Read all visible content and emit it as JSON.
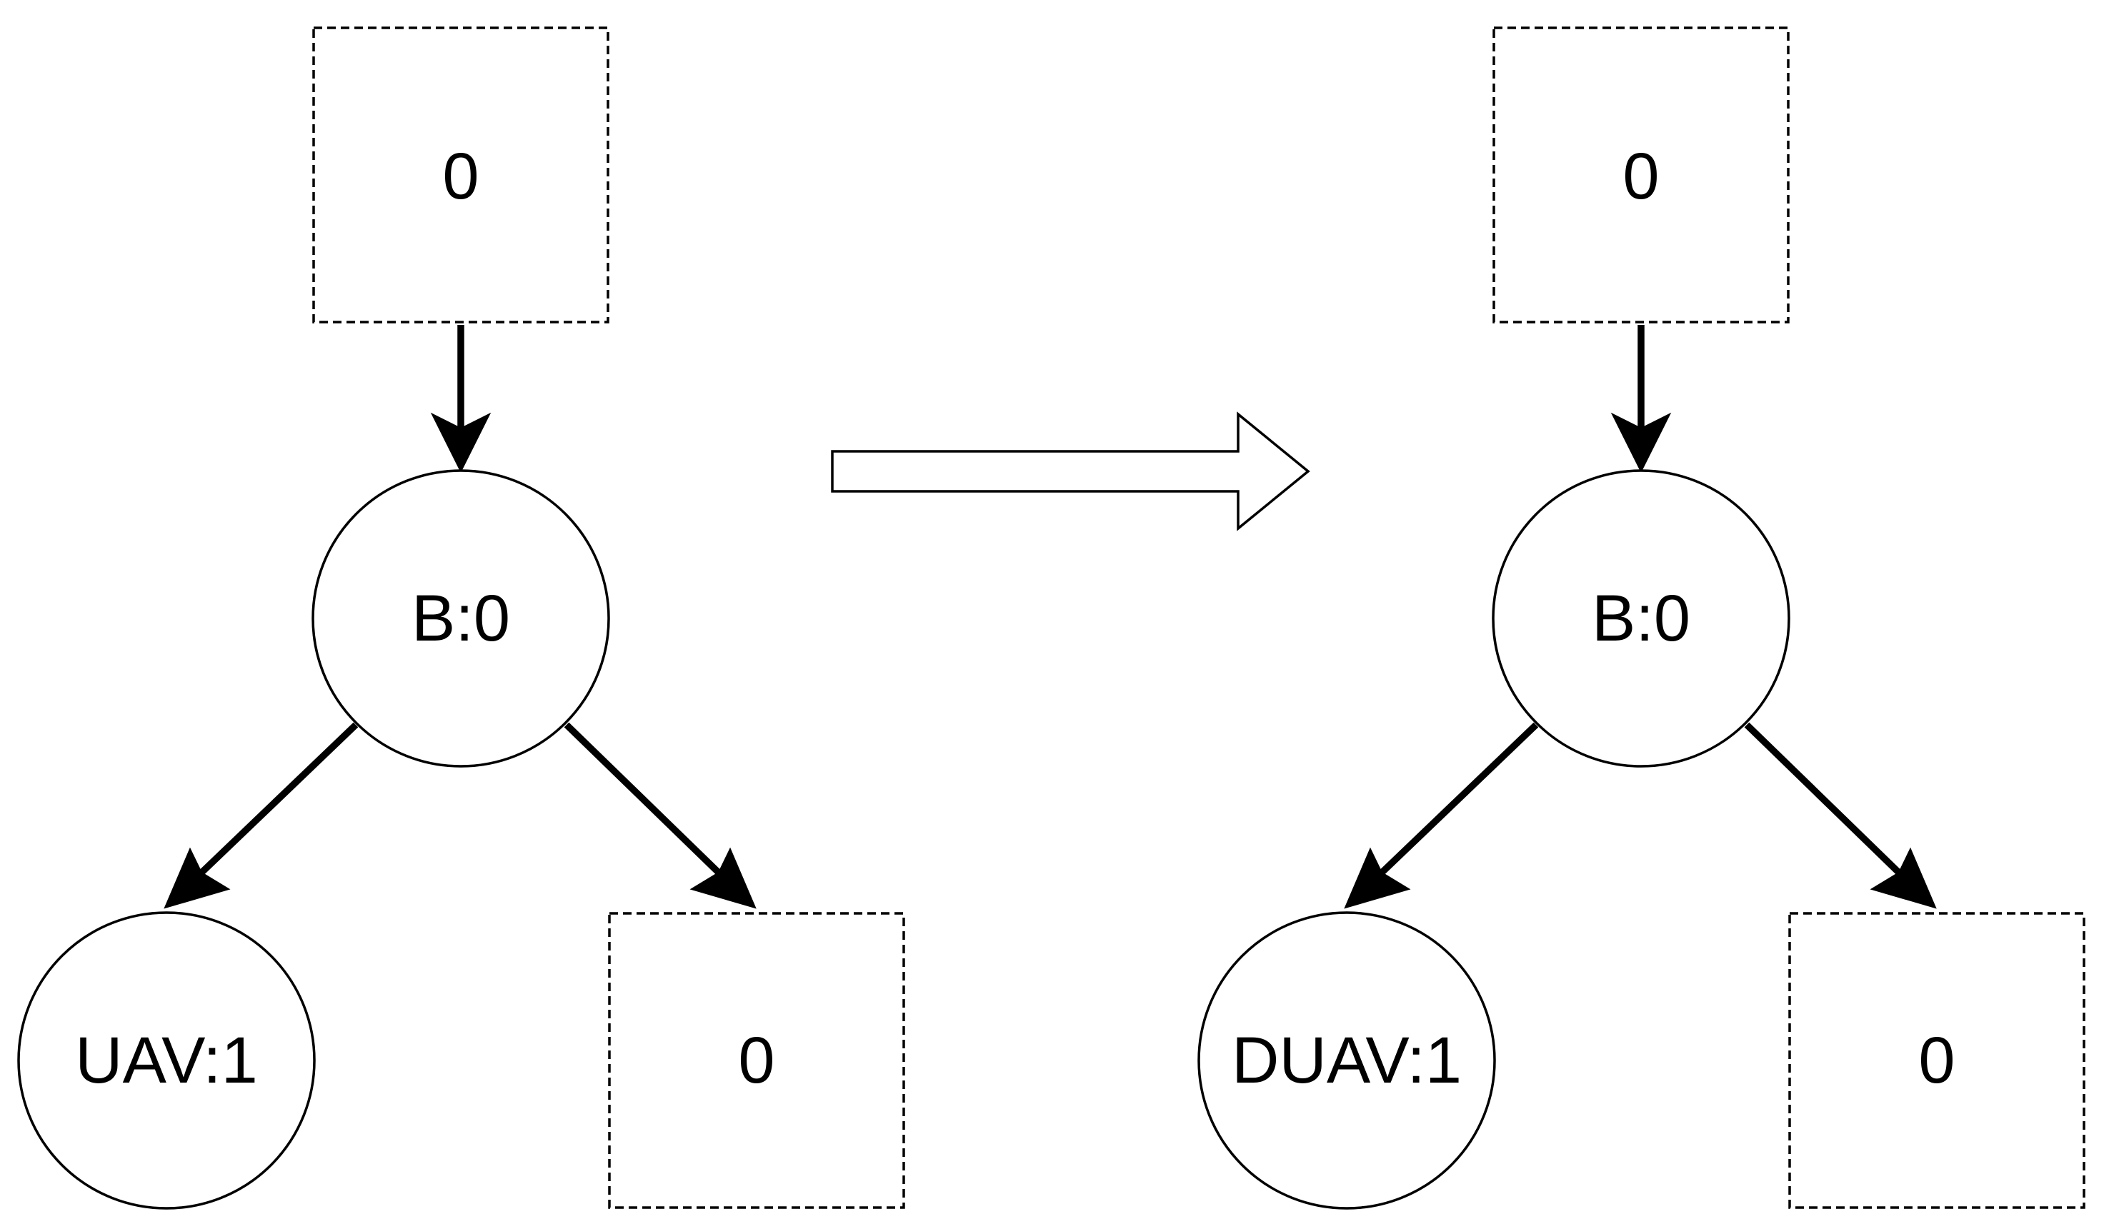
{
  "diagram": {
    "left": {
      "top": "0",
      "root": "B:0",
      "left_child": "UAV:1",
      "right_child": "0"
    },
    "right": {
      "top": "0",
      "root": "B:0",
      "left_child": "DUAV:1",
      "right_child": "0"
    }
  }
}
